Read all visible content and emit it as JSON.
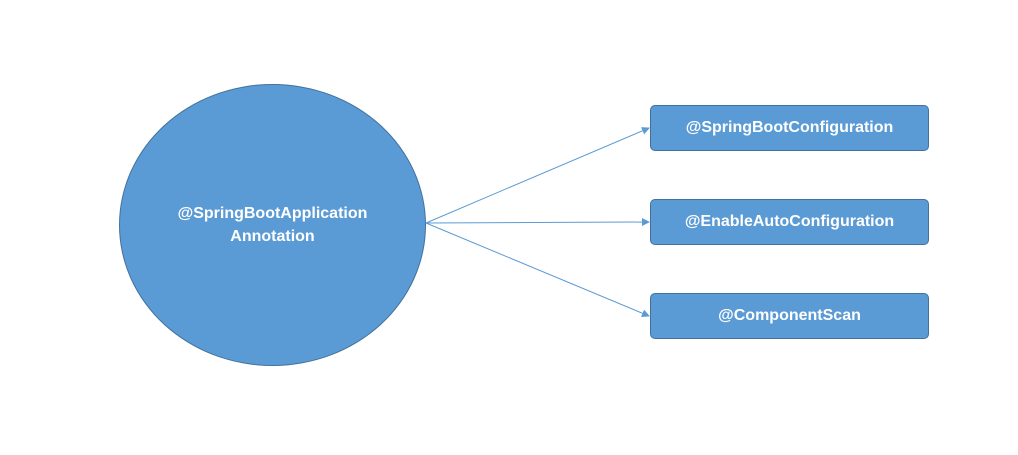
{
  "diagram": {
    "center": {
      "line1": "@SpringBootApplication",
      "line2": "Annotation"
    },
    "targets": [
      {
        "label": "@SpringBootConfiguration"
      },
      {
        "label": "@EnableAutoConfiguration"
      },
      {
        "label": "@ComponentScan"
      }
    ],
    "colors": {
      "fill": "#5b9bd5",
      "stroke": "#41719c",
      "arrow": "#5b9bd5",
      "text": "#ffffff"
    }
  }
}
